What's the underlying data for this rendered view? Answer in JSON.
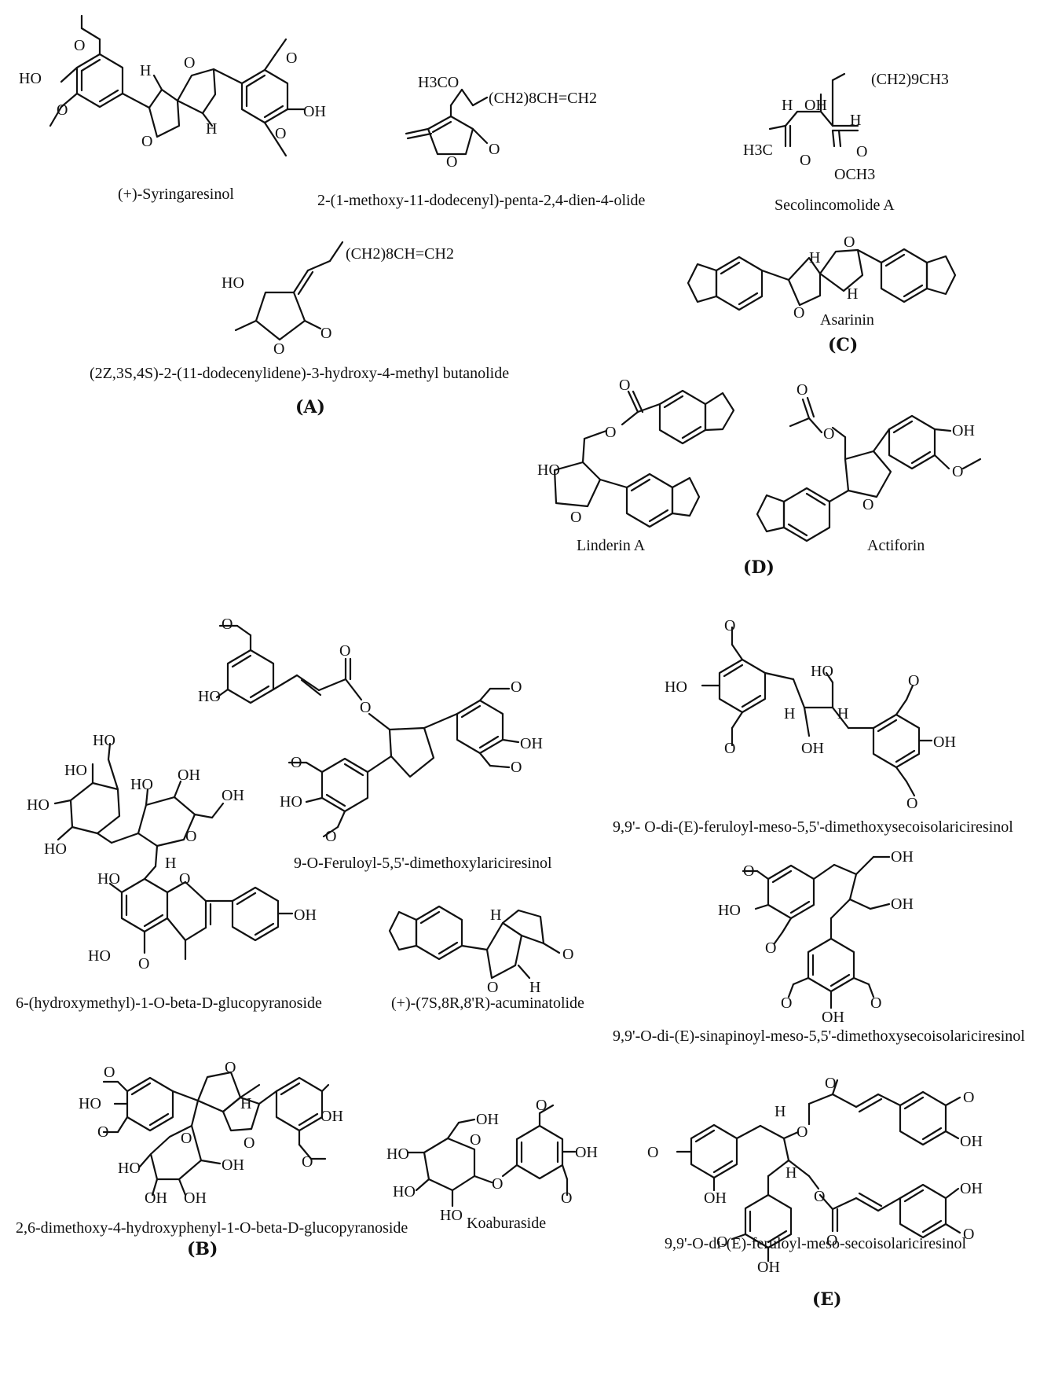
{
  "panels": {
    "A": "(A)",
    "B": "(B)",
    "C": "(C)",
    "D": "(D)",
    "E": "(E)"
  },
  "compounds": {
    "syringaresinol": "(+)-Syringaresinol",
    "methoxy_dodecenyl": "2-(1-methoxy-11-dodecenyl)-penta-2,4-dien-4-olide",
    "secolincomolide": "Secolincomolide A",
    "asarinin": "Asarinin",
    "butanolide": "(2Z,3S,4S)-2-(11-dodecenylidene)-3-hydroxy-4-methyl butanolide",
    "linderin": "Linderin A",
    "actiforin": "Actiforin",
    "feruloyl_lariciresinol": "9-O-Feruloyl-5,5'-dimethoxylariciresinol",
    "glucopyranoside_6hm": "6-(hydroxymethyl)-1-O-beta-D-glucopyranoside",
    "acuminatolide": "(+)-(7S,8R,8'R)-acuminatolide",
    "dimethoxyhydroxyphenyl_glc": "2,6-dimethoxy-4-hydroxyphenyl-1-O-beta-D-glucopyranoside",
    "koaburaside": "Koaburaside",
    "diferuloyl_dimethoxy": "9,9'- O-di-(E)-feruloyl-meso-5,5'-dimethoxysecoisolariciresinol",
    "disinapinoyl": "9,9'-O-di-(E)-sinapinoyl-meso-5,5'-dimethoxysecoisolariciresinol",
    "diferuloyl_seco": "9,9'-O-di-(E)-feruloyl-meso-secoisolariciresinol"
  },
  "atoms": {
    "HO": "HO",
    "OH": "OH",
    "O": "O",
    "H": "H",
    "H3CO": "H3CO",
    "H3C": "H3C",
    "OCH3": "OCH3",
    "chain_ch2_8": "(CH2)8CH=CH2",
    "chain_ch2_9": "(CH2)9CH3"
  }
}
